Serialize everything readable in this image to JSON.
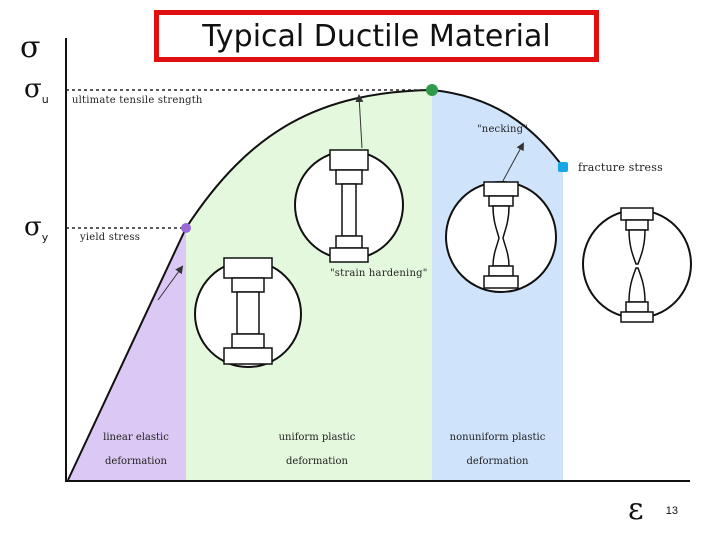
{
  "title": "Typical Ductile Material",
  "axes": {
    "y_symbol": "σ",
    "x_symbol": "ε"
  },
  "levels": {
    "ultimate_symbol": "σ",
    "ultimate_subscript": "u",
    "yield_symbol": "σ",
    "yield_subscript": "y"
  },
  "annotations": {
    "ultimate_tensile_strength": "ultimate tensile strength",
    "yield_stress": "yield stress",
    "necking": "\"necking\"",
    "fracture_stress": "fracture stress",
    "strain_hardening": "\"strain hardening\""
  },
  "regions": {
    "linear_elastic_line1": "linear elastic",
    "linear_elastic_line2": "deformation",
    "uniform_plastic_line1": "uniform plastic",
    "uniform_plastic_line2": "deformation",
    "nonuniform_plastic_line1": "nonuniform plastic",
    "nonuniform_plastic_line2": "deformation"
  },
  "colors": {
    "elastic_region": "#dcc8f4",
    "uniform_region": "#e3f8dd",
    "nonuniform_region": "#cfe3fb",
    "yield_point": "#9a6bd8",
    "ultimate_point": "#2e9a4a",
    "fracture_point": "#17a6e6",
    "title_border": "#e01010"
  },
  "page_number": "13"
}
